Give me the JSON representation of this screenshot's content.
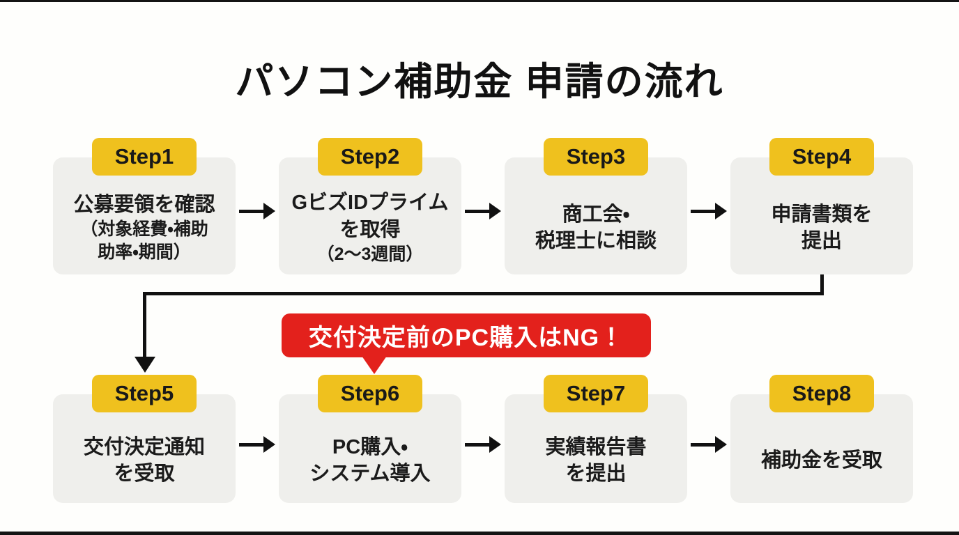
{
  "page": {
    "title": "パソコン補助金 申請の流れ",
    "colors": {
      "badge_yellow": "#EFC11E",
      "alert_red": "#E3211C",
      "box_gray": "#EFEFEC",
      "ink": "#1B1B1B",
      "page_bg": "#FEFEFC"
    }
  },
  "alert": {
    "label": "交付決定前のPC購入はNG！"
  },
  "steps": [
    {
      "badge": "Step1",
      "lines": [
        "公募要領を確認",
        "（対象経費・補助",
        "助率・期間）"
      ]
    },
    {
      "badge": "Step2",
      "lines": [
        "GビズIDプライム",
        "を取得",
        "（2〜3週間）"
      ]
    },
    {
      "badge": "Step3",
      "lines": [
        "商工会・",
        "税理士に相談"
      ]
    },
    {
      "badge": "Step4",
      "lines": [
        "申請書類を",
        "提出"
      ]
    },
    {
      "badge": "Step5",
      "lines": [
        "交付決定通知",
        "を受取"
      ]
    },
    {
      "badge": "Step6",
      "lines": [
        "PC購入・",
        "システム導入"
      ]
    },
    {
      "badge": "Step7",
      "lines": [
        "実績報告書",
        "を提出"
      ]
    },
    {
      "badge": "Step8",
      "lines": [
        "補助金を受取"
      ]
    }
  ]
}
